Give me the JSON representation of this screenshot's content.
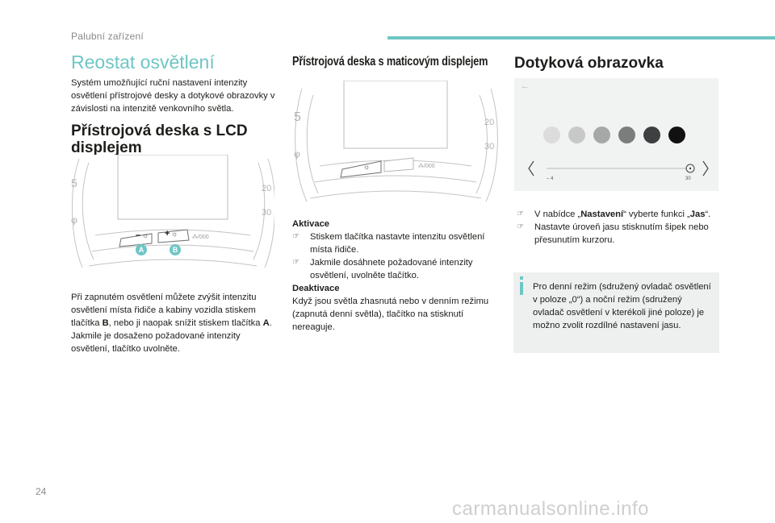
{
  "header": {
    "chapter": "Palubní zařízení"
  },
  "page_number": "24",
  "watermark": "carmanualsonline.info",
  "section_title": "Reostat osvětlení",
  "intro": "Systém umožňující ruční nastavení intenzity osvětlení přístrojové desky a dotykové obrazovky v závislosti na intenzitě venkovního světla.",
  "lcd": {
    "title": "Přístrojová deska s LCD displejem",
    "badge_a": "A",
    "badge_b": "B",
    "button_minus": "–",
    "button_plus": "+",
    "p1a": "Při zapnutém osvětlení můžete zvýšit intenzitu osvětlení místa řidiče a kabiny vozidla stiskem tlačítka ",
    "p1b": "B",
    "p1c": ", nebo ji naopak snížit stiskem tlačítka ",
    "p1d": "A",
    "p1e": ".",
    "p2": "Jakmile je dosaženo požadované intenzity osvětlení, tlačítko uvolněte."
  },
  "matrix": {
    "title": "Přístrojová deska s maticovým displejem",
    "activation_title": "Aktivace",
    "activation_items": [
      "Stiskem tlačítka nastavte intenzitu osvětlení místa řidiče.",
      "Jakmile dosáhnete požadované intenzity osvětlení, uvolněte tlačítko."
    ],
    "deactivation_title": "Deaktivace",
    "deactivation_text": "Když jsou světla zhasnutá nebo v denním režimu (zapnutá denní světla), tlačítko na stisknutí nereaguje."
  },
  "touch": {
    "title": "Dotyková obrazovka",
    "screen_back": "←",
    "screen_min": "– 4",
    "screen_max": "30",
    "swatches": [
      "#dcdcdc",
      "#c8c8c8",
      "#a6a8a7",
      "#7b7d7d",
      "#3e3f40",
      "#111111"
    ],
    "item1_a": "V nabídce „",
    "item1_b": "Nastavení",
    "item1_c": "“ vyberte funkci „",
    "item1_d": "Jas",
    "item1_e": "“.",
    "item2": "Nastavte úroveň jasu stisknutím šipek nebo přesunutím kurzoru.",
    "info": "Pro denní režim (sdružený ovladač osvětlení v poloze „0“) a noční režim (sdružený ovladač osvětlení v kterékoli jiné poloze) je možno zvolit rozdílné nastavení jasu."
  },
  "colors": {
    "accent": "#6ec6c4",
    "text": "#1d1d1b",
    "muted": "#8a8a8a"
  },
  "bullet_glyph": "☞"
}
